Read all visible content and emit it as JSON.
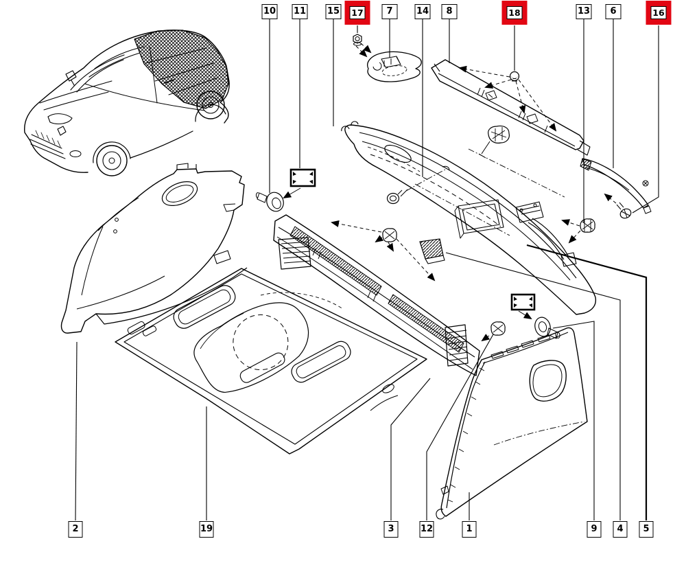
{
  "diagram": {
    "type": "exploded-parts-diagram",
    "subject": "rear boot / luggage compartment interior trim",
    "vehicle_view": "3-door hatchback, front three-quarter line drawing with cross-hatched rear cargo area",
    "background_color": "#ffffff",
    "line_color": "#000000",
    "highlight_color": "#e20613",
    "highlighted_callouts": [
      "17",
      "18",
      "16"
    ]
  },
  "callouts": [
    {
      "number": "10",
      "row": "top",
      "highlighted": false
    },
    {
      "number": "11",
      "row": "top",
      "highlighted": false
    },
    {
      "number": "15",
      "row": "top",
      "highlighted": false
    },
    {
      "number": "17",
      "row": "top",
      "highlighted": true
    },
    {
      "number": "7",
      "row": "top",
      "highlighted": false
    },
    {
      "number": "14",
      "row": "top",
      "highlighted": false
    },
    {
      "number": "8",
      "row": "top",
      "highlighted": false
    },
    {
      "number": "18",
      "row": "top",
      "highlighted": true
    },
    {
      "number": "13",
      "row": "top",
      "highlighted": false
    },
    {
      "number": "6",
      "row": "top",
      "highlighted": false
    },
    {
      "number": "16",
      "row": "top",
      "highlighted": true
    },
    {
      "number": "2",
      "row": "bottom",
      "highlighted": false
    },
    {
      "number": "19",
      "row": "bottom",
      "highlighted": false
    },
    {
      "number": "3",
      "row": "bottom",
      "highlighted": false
    },
    {
      "number": "12",
      "row": "bottom",
      "highlighted": false
    },
    {
      "number": "1",
      "row": "bottom",
      "highlighted": false
    },
    {
      "number": "9",
      "row": "bottom",
      "highlighted": false
    },
    {
      "number": "4",
      "row": "bottom",
      "highlighted": false
    },
    {
      "number": "5",
      "row": "bottom",
      "highlighted": false
    }
  ],
  "figures": [
    "car-overview-illustration",
    "left-quarter-trim-panel",
    "boot-floor-carpet",
    "boot-sill-crossmember-trim",
    "tailgate-lower-trim-panel",
    "tailgate-upper-finisher-strip",
    "grab-handle-bracket",
    "right-tailgate-side-garnish",
    "right-quarter-trim-panel",
    "fasteners-clips-screws-grommets"
  ]
}
